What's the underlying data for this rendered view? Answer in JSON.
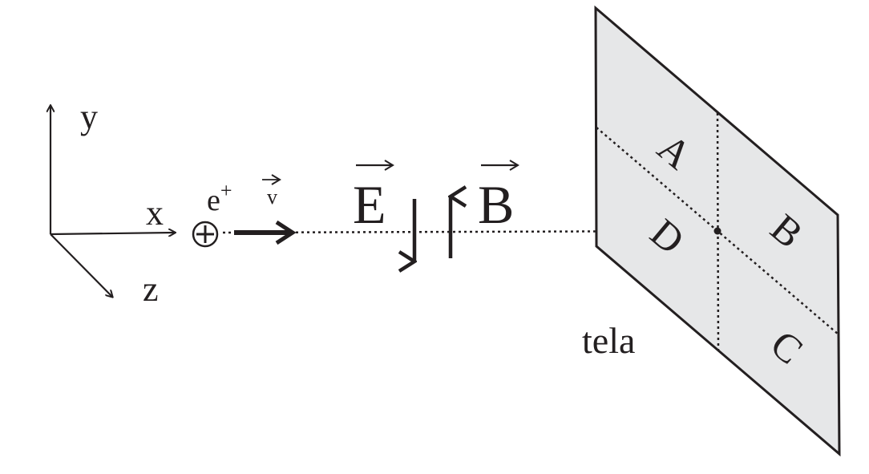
{
  "axes": {
    "x_label": "x",
    "y_label": "y",
    "z_label": "z"
  },
  "particle": {
    "symbol": "e",
    "charge": "+",
    "velocity_symbol": "v"
  },
  "fields": {
    "electric": "E",
    "magnetic": "B"
  },
  "screen": {
    "label": "tela",
    "quadrants": {
      "top_left": "A",
      "top_right": "B",
      "bottom_right": "C",
      "bottom_left": "D"
    },
    "fill": "#e6e7e8"
  },
  "colors": {
    "ink": "#231f20"
  }
}
